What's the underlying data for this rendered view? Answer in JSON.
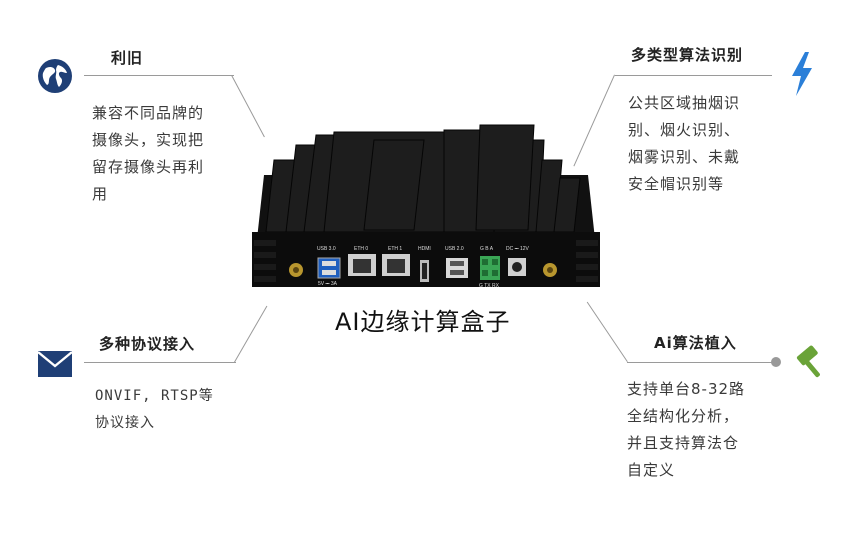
{
  "product": {
    "caption": "AI边缘计算盒子",
    "ports": {
      "usb3": "USB 3.0",
      "eth0": "ETH 0",
      "eth1": "ETH 1",
      "hdmi": "HDMI",
      "usb2": "USB 2.0",
      "gba": "G  B  A",
      "dc": "DC ⎓ 12V",
      "power_note": "5V ⎓ 3A",
      "serial": "G  TX  RX"
    }
  },
  "features": {
    "reuse": {
      "title": "利旧",
      "icon": "globe-icon",
      "lines": [
        "兼容不同品牌的",
        "摄像头，实现把",
        "留存摄像头再利",
        "用"
      ]
    },
    "protocol": {
      "title": "多种协议接入",
      "icon": "envelope-icon",
      "lines": [
        "ONVIF, RTSP等",
        "协议接入"
      ]
    },
    "algorithms": {
      "title": "多类型算法识别",
      "icon": "lightning-icon",
      "lines": [
        "公共区域抽烟识",
        "别、烟火识别、",
        "烟雾识别、未戴",
        "安全帽识别等"
      ]
    },
    "implant": {
      "title": "Ai算法植入",
      "icon": "gavel-icon",
      "lines": [
        "支持单台8-32路",
        "全结构化分析，",
        "并且支持算法仓",
        "自定义"
      ]
    }
  },
  "colors": {
    "globe": "#1f3f76",
    "envelope": "#1f3f76",
    "lightning": "#2b7fd8",
    "gavel": "#6aa338",
    "terminal": "#3aa655"
  }
}
